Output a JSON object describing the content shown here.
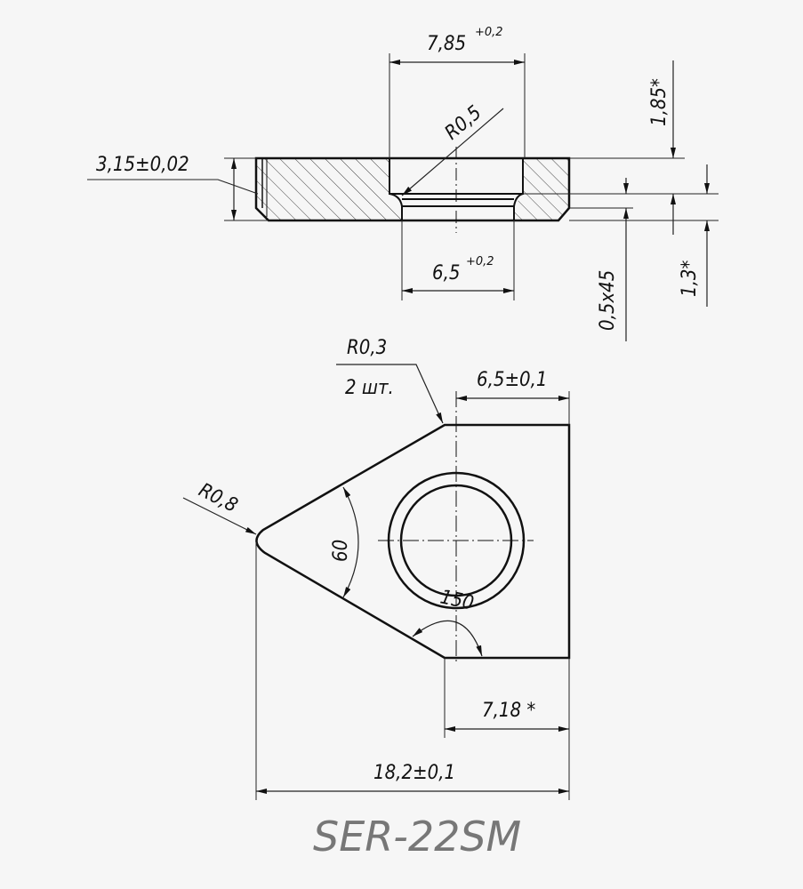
{
  "dimensions": {
    "top_width": "7,85",
    "top_width_tol": "+0,2",
    "radius_inner": "R0,5",
    "thickness": "3,15±0,02",
    "bottom_width": "6,5",
    "bottom_width_tol": "+0,2",
    "chamfer": "0,5x45",
    "depth_upper": "1,85*",
    "depth_lower": "1,3*",
    "corner_radius": "R0,3",
    "corner_count": "2 шт.",
    "square_width": "6,5±0,1",
    "tip_radius": "R0,8",
    "tip_angle": "60",
    "bottom_angle": "150",
    "bottom_flat": "7,18 *",
    "overall_length": "18,2±0,1"
  },
  "part_name": "SER-22SM",
  "colors": {
    "line": "#111111",
    "thin": "#222222",
    "title": "#777777",
    "background": "#f6f6f6"
  }
}
